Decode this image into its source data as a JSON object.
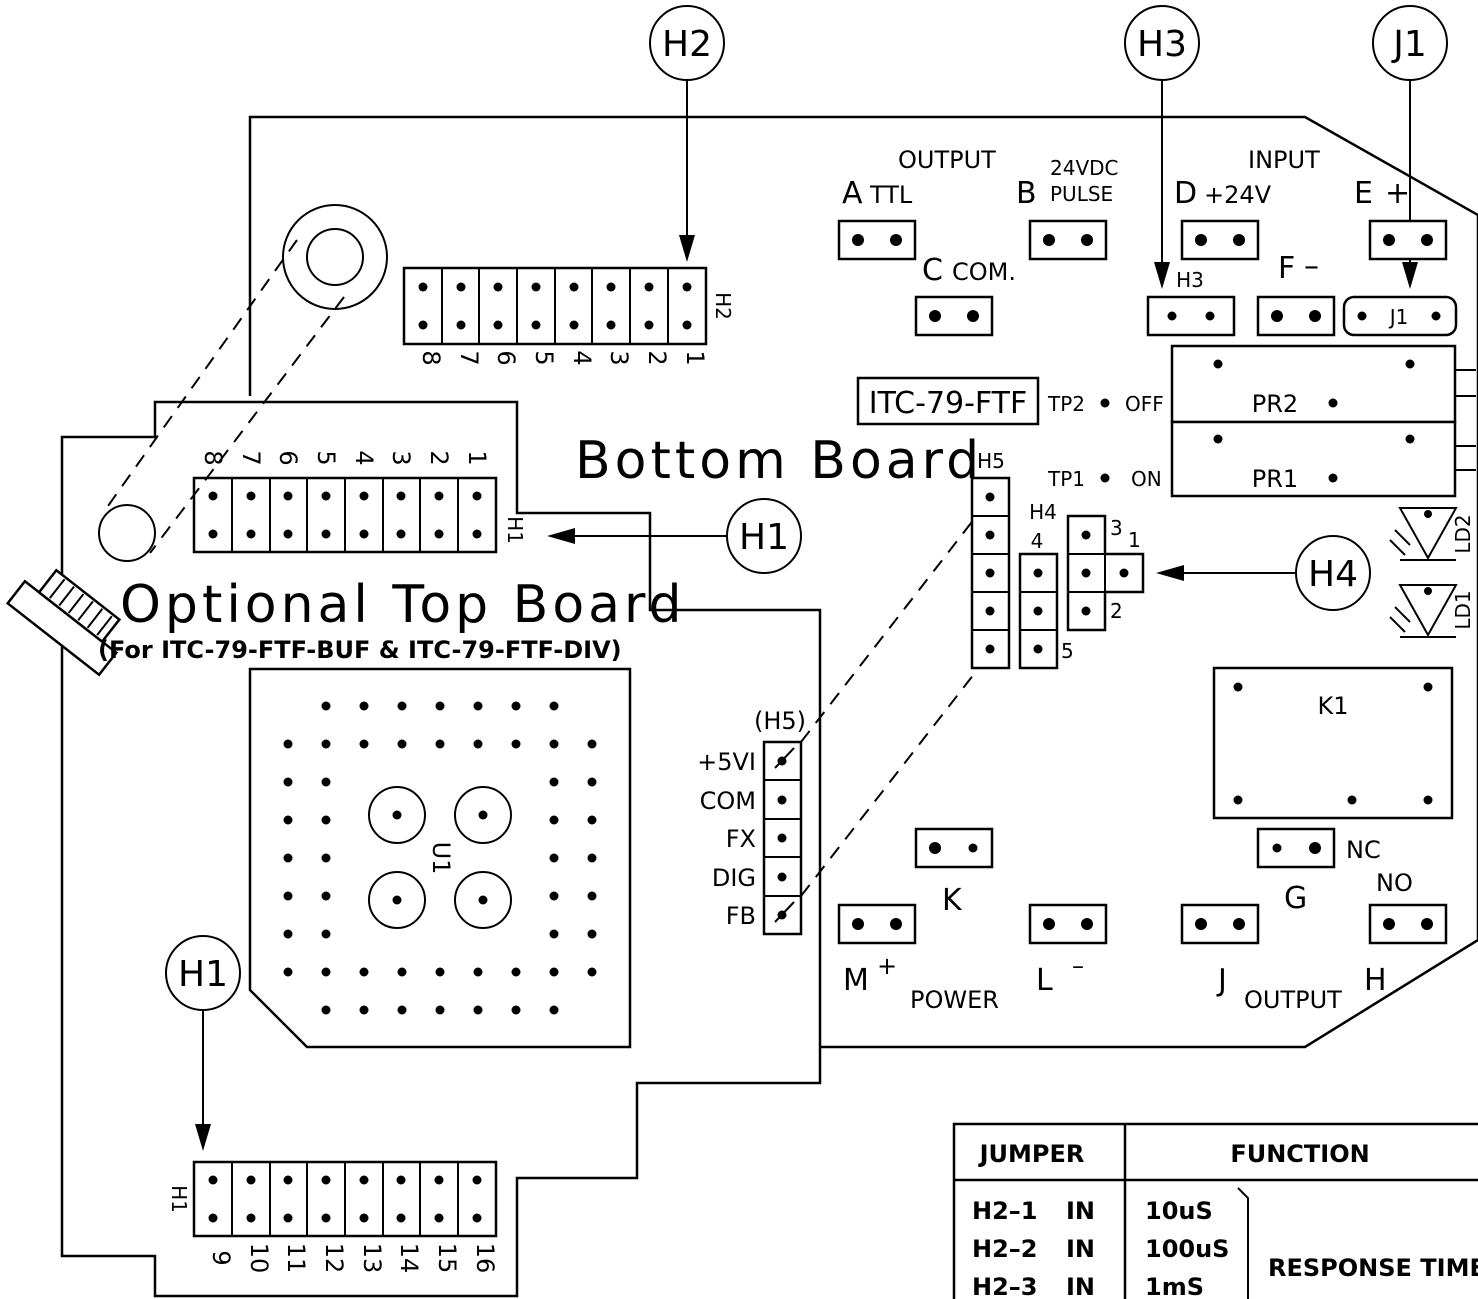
{
  "callouts": {
    "h2_top": "H2",
    "h3_top": "H3",
    "j1_top": "J1",
    "h1_mid": "H1",
    "h4_mid": "H4",
    "h1_bottom": "H1"
  },
  "boards": {
    "bottom": "Bottom Board",
    "optional": "Optional Top Board",
    "optional_note": "(For ITC-79-FTF-BUF & ITC-79-FTF-DIV)",
    "model": "ITC-79-FTF"
  },
  "headers": {
    "h2_label": "H2",
    "h2_pins": [
      "8",
      "7",
      "6",
      "5",
      "4",
      "3",
      "2",
      "1"
    ],
    "h1_label": "H1",
    "h1_top_pins": [
      "8",
      "7",
      "6",
      "5",
      "4",
      "3",
      "2",
      "1"
    ],
    "h1_bottom_label": "H1",
    "h1_bottom_pins": [
      "9",
      "10",
      "11",
      "12",
      "13",
      "14",
      "15",
      "16"
    ],
    "h3_label": "H3",
    "j1_label": "J1",
    "h5_label": "H5",
    "h4_label": "H4",
    "h4_pin4": "4",
    "h4_pin5": "5",
    "h4_pin3": "3",
    "h4_pin1": "1",
    "h4_pin2": "2",
    "h5_paren": "(H5)",
    "h5_pins": [
      "+5VI",
      "COM",
      "FX",
      "DIG",
      "FB"
    ]
  },
  "terminals": {
    "output_header": "OUTPUT",
    "input_header": "INPUT",
    "a": "A",
    "a_sub": "TTL",
    "b": "B",
    "b_sub1": "24VDC",
    "b_sub2": "PULSE",
    "c": "C",
    "c_sub": "COM.",
    "d": "D",
    "d_sub": "+24V",
    "e": "E",
    "e_sub": "+",
    "f": "F",
    "f_sub": "–",
    "k": "K",
    "g": "G",
    "nc": "NC",
    "no": "NO",
    "m": "M",
    "m_sup": "+",
    "power": "POWER",
    "l": "L",
    "l_sup": "–",
    "j": "J",
    "output2": "OUTPUT",
    "h": "H"
  },
  "components": {
    "tp2": "TP2",
    "off": "OFF",
    "tp1": "TP1",
    "on": "ON",
    "pr2": "PR2",
    "pr1": "PR1",
    "k1": "K1",
    "ld2": "LD2",
    "ld1": "LD1",
    "u1": "U1"
  },
  "table": {
    "col_jumper": "JUMPER",
    "col_function": "FUNCTION",
    "rows": [
      {
        "jumper": "H2–1",
        "state": "IN",
        "value": "10uS"
      },
      {
        "jumper": "H2–2",
        "state": "IN",
        "value": "100uS"
      },
      {
        "jumper": "H2–3",
        "state": "IN",
        "value": "1mS"
      }
    ],
    "group_label": "RESPONSE TIME"
  }
}
